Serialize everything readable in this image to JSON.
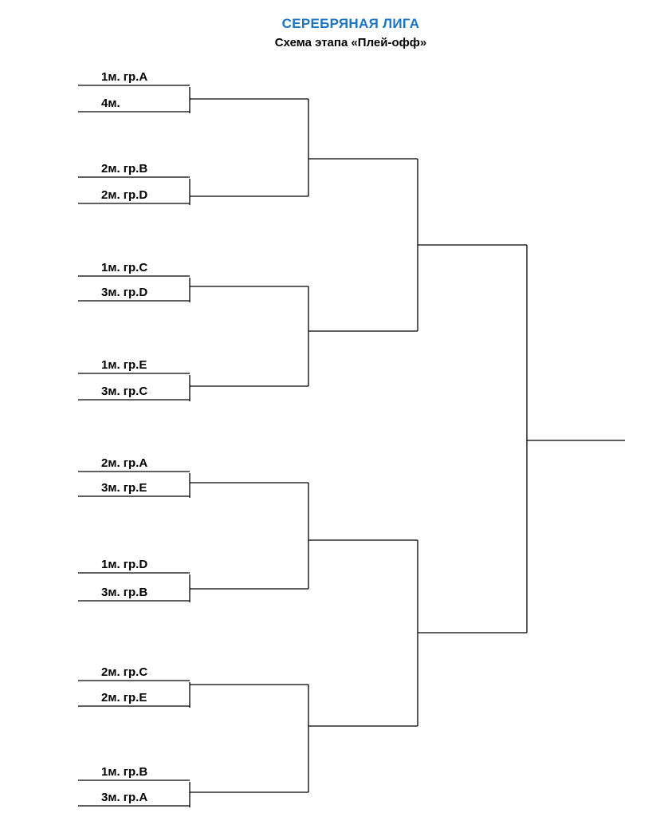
{
  "header": {
    "title": "СЕРЕБРЯНАЯ ЛИГА",
    "subtitle": "Схема этапа «Плей-офф»",
    "title_color": "#1b74c4"
  },
  "bracket": {
    "slots": [
      "1м. гр.A",
      "4м.",
      "2м. гр.B",
      "2м. гр.D",
      "1м. гр.C",
      "3м. гр.D",
      "1м. гр.E",
      "3м. гр.C",
      "2м. гр.A",
      "3м. гр.E",
      "1м. гр.D",
      "3м. гр.B",
      "2м. гр.C",
      "2м. гр.E",
      "1м. гр.B",
      "3м. гр.A"
    ]
  }
}
